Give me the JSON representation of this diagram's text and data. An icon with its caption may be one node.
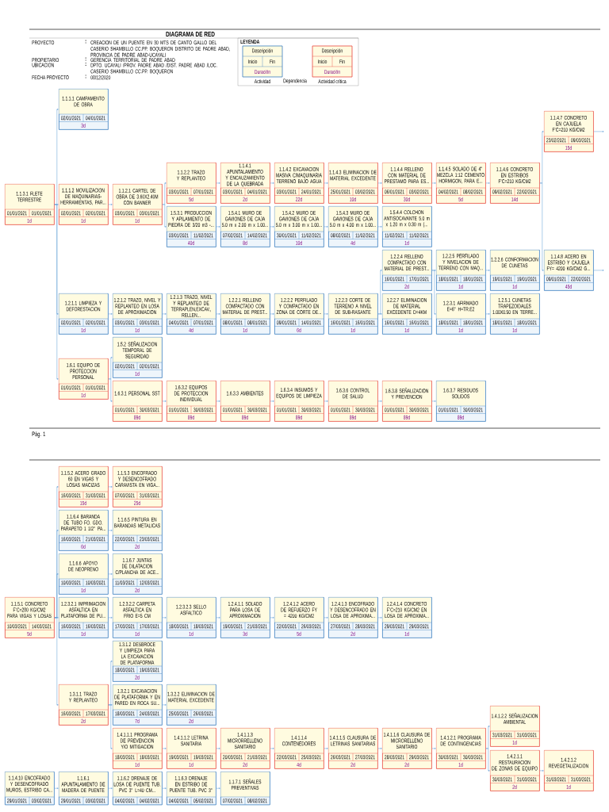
{
  "diagram": {
    "title": "DIAGRAMA DE RED",
    "nodes": [
      {
        "text": [
          "1.1.3.1 FLETE TERRESTRE",
          "01/01/2021",
          "01/01/2021",
          "1d"
        ]
      },
      {
        "text": [
          "1.1.1.1 CAMPAMENTO DE OBRA",
          "02/01/2021",
          "04/01/2021",
          "3d"
        ]
      },
      {
        "text": [
          "1.1.1.2 MOVILIZACION DE MAQUINARIAS-HERRAMIENTAS, PAR...",
          "02/01/2021",
          "02/01/2021",
          "1d"
        ]
      },
      {
        "text": [
          "1.1.2.1 CARTEL DE OBRA DE 3.60X2.40M CON BANNER",
          "03/01/2021",
          "03/01/2021",
          "1d"
        ]
      },
      {
        "text": [
          "1.1.2.2 TRAZO Y REPLANTEO",
          "03/01/2021",
          "07/01/2021",
          "5d"
        ]
      },
      {
        "text": [
          "1.1.4.1 APUNTALAMIENTO Y ENCAUZAMIENTO DE LA QUEBRADA",
          "03/01/2021",
          "04/01/2021",
          "2d"
        ]
      },
      {
        "text": [
          "1.1.4.2 EXCAVACION MASIVA C/MAQUINARIA TERRENO BAJO AGUA",
          "03/01/2021",
          "24/01/2021",
          "22d"
        ]
      },
      {
        "text": [
          "1.1.4.3 ELIMINACION DE MATERIAL EXCEDENTE",
          "25/01/2021",
          "03/02/2021",
          "10d"
        ]
      },
      {
        "text": [
          "1.1.4.4 RELLENO CON MATERIAL DE PRESTAMO PARA ES...",
          "06/01/2021",
          "03/02/2021",
          "30d"
        ]
      },
      {
        "text": [
          "1.1.4.5 SOLADO DE 4\" MEZCLA 1:12 CEMENTO HORMIGON, PARA E...",
          "04/02/2021",
          "08/02/2021",
          "5d"
        ]
      },
      {
        "text": [
          "1.1.4.6 CONCRETO EN ESTRIBOS F'C=210 KG/CM2",
          "09/02/2021",
          "22/02/2021",
          "14d"
        ]
      },
      {
        "text": [
          "1.1.4.7 CONCRETO EN CAJUELA F'C=210 KG/CM2",
          "23/02/2021",
          "09/03/2021",
          "15d"
        ]
      },
      {
        "text": [
          "1.1.4.8 ACERO EN ESTRIBO Y CAJUELA FY= 4200 KG/CM2 G...",
          "09/01/2021",
          "22/02/2021",
          "45d"
        ]
      },
      {
        "text": [
          "1.5.3.1 PRODUCCION Y APILAMIENTO DE PIEDRA DE 3/20 m3 -...",
          "03/01/2021",
          "11/02/2021",
          "40d"
        ]
      },
      {
        "text": [
          "1.5.4.1 MURO DE GAVIONES DE CAJA 5.0 m x 2.00 m x 1.00...",
          "07/02/2021",
          "14/02/2021",
          "8d"
        ]
      },
      {
        "text": [
          "1.5.4.2 MURO DE GAVIONES DE CAJA 5.0 m x 3.00 m x 1.00...",
          "30/01/2021",
          "11/02/2021",
          "10d"
        ]
      },
      {
        "text": [
          "1.5.4.3 MURO DE GAVIONES DE CAJA 5.0 m x 4.00 m x 1.00...",
          "08/02/2021",
          "11/02/2021",
          "4d"
        ]
      },
      {
        "text": [
          "1.5.4.4 COLCHON ANTISOCAVANTE 5.0 m x 1.20 m x 0.30 m (...",
          "11/02/2021",
          "11/02/2021",
          "1d"
        ]
      },
      {
        "text": [
          "1.2.1.1 LIMPIEZA Y DEFORESTACION",
          "02/01/2021",
          "02/01/2021",
          "1d"
        ]
      },
      {
        "text": [
          "1.2.1.2 TRAZO, NIVEL Y REPLANTEO EN LOSA DE APROXIMACION",
          "03/01/2021",
          "03/01/2021",
          "1d"
        ]
      },
      {
        "text": [
          "1.2.1.3 TRAZO, NIVEL Y REPLANTEO DE TERRAPLEN,EXCAV., RELLEN...",
          "04/01/2021",
          "07/01/2021",
          "4d"
        ]
      },
      {
        "text": [
          "1.2.2.1 RELLENO COMPACTADO CON MATERIAL DE PREST...",
          "08/01/2021",
          "08/01/2021",
          "1d"
        ]
      },
      {
        "text": [
          "1.2.2.2 PERFILADO Y COMPACTADO EN ZONA DE CORTE DE...",
          "09/01/2021",
          "14/01/2021",
          "6d"
        ]
      },
      {
        "text": [
          "1.2.2.3 CORTE DE TERRENO A NIVEL DE SUB-RASANTE",
          "16/01/2021",
          "16/01/2021",
          "1d"
        ]
      },
      {
        "text": [
          "1.2.2.4 RELLENO COMPACTADO CON MATERIAL DE PREST...",
          "16/01/2021",
          "17/01/2021",
          "2d"
        ]
      },
      {
        "text": [
          "1.2.2.7 ELIMINACION DE MATERIAL EXCEDENTE D=4KM",
          "16/01/2021",
          "16/01/2021",
          "1d"
        ]
      },
      {
        "text": [
          "1.2.2.5 PERFILADO Y NIVELACION DE TERRENO CON MAQ...",
          "18/01/2021",
          "18/01/2021",
          "1d"
        ]
      },
      {
        "text": [
          "1.2.2.6 CONFORMACION DE CUNETAS",
          "19/01/2021",
          "19/01/2021",
          "1d"
        ]
      },
      {
        "text": [
          "1.2.3.1 AFIRMADO E=6\" H=TR.E2",
          "18/01/2021",
          "18/01/2021",
          "1d"
        ]
      },
      {
        "text": [
          "1.2.5.1 CUNETAS TRAPEZOIDALES 1.00X0.50 EN TERRE...",
          "18/01/2021",
          "18/01/2021",
          "1d"
        ]
      },
      {
        "text": [
          "1.5.2 SEÑALIZACION TEMPORAL DE SEGURIDAD",
          "02/01/2021",
          "02/01/2021",
          "1d"
        ]
      },
      {
        "text": [
          "1.6.1 EQUIPO DE PROTECCION PERSONAL",
          "01/01/2021",
          "01/01/2021",
          "1d"
        ]
      },
      {
        "text": [
          "1.6.3.1 PERSONAL SST",
          "01/01/2021",
          "30/03/2021",
          "89d"
        ]
      },
      {
        "text": [
          "1.6.3.2 EQUIPOS DE PROTECCION INDIVIDUAL",
          "01/01/2021",
          "30/03/2021",
          "89d"
        ]
      },
      {
        "text": [
          "1.6.3.3 AMBIENTES",
          "01/01/2021",
          "30/03/2021",
          "89d"
        ]
      },
      {
        "text": [
          "1.6.3.4 INSUMOS Y EQUIPOS DE LIMPIEZA",
          "01/01/2021",
          "30/03/2021",
          "89d"
        ]
      },
      {
        "text": [
          "1.6.3.6 CONTROL DE SALUD",
          "01/01/2021",
          "30/03/2021",
          "89d"
        ]
      },
      {
        "text": [
          "1.6.3.8 SEÑALIZACION Y PREVENCION",
          "01/01/2021",
          "30/03/2021",
          "89d"
        ]
      },
      {
        "text": [
          "1.6.3.7 RESIDUOS SOLIDOS",
          "01/01/2021",
          "30/03/2021",
          "89d"
        ]
      },
      {
        "text": [
          "1.1.5.1 CONCRETO F'C=280 KG/CM2 PARA VIGAS Y LOSAS",
          "10/03/2021",
          "14/03/2021",
          "5d"
        ]
      },
      {
        "text": [
          "1.1.5.2 ACERO GRADO 60 EN VIGAS Y LOSAS MACIZAS",
          "16/03/2021",
          "31/03/2021",
          "15d"
        ]
      },
      {
        "text": [
          "1.1.5.3 ENCOFRADO Y DESENCOFRADO CARAVISTA EN VIGA...",
          "07/03/2021",
          "31/03/2021",
          "25d"
        ]
      },
      {
        "text": [
          "1.1.6.4 BARANDA DE TUBO FO. GDO. PARAPETO 1 1/2\" PA...",
          "16/03/2021",
          "21/03/2021",
          "6d"
        ]
      },
      {
        "text": [
          "1.1.6.5 PINTURA EN BARANDAS METALICAS",
          "22/03/2021",
          "23/03/2021",
          "2d"
        ]
      },
      {
        "text": [
          "1.1.6.6 APOYO DE NEOPRENO",
          "10/03/2021",
          "10/03/2021",
          "1d"
        ]
      },
      {
        "text": [
          "1.1.6.7 JUNTAS DE DILATACION C/PLANCHA DE ACE...",
          "11/03/2021",
          "12/03/2021",
          "2d"
        ]
      },
      {
        "text": [
          "1.2.3.2.1 IMPRIMACION ASFALTICA EN PLATAFORMA DE PU...",
          "16/03/2021",
          "16/03/2021",
          "1d"
        ]
      },
      {
        "text": [
          "1.2.3.2.2 CARPETA ASFALTICA EN FRIO E=5 CM",
          "17/03/2021",
          "17/03/2021",
          "1d"
        ]
      },
      {
        "text": [
          "1.2.3.2.3 SELLO ASFALTICO",
          "18/03/2021",
          "18/03/2021",
          "1d"
        ]
      },
      {
        "text": [
          "1.2.4.1.1 SOLADO PARA LOSA DE APROXIMACION",
          "19/03/2021",
          "21/03/2021",
          "3d"
        ]
      },
      {
        "text": [
          "1.2.4.1.2 ACERO DE REFUERZO FY = 4200 KG/CM2",
          "22/03/2021",
          "26/03/2021",
          "5d"
        ]
      },
      {
        "text": [
          "1.2.4.1.3 ENCOFRADO Y DESENCOFRADO EN LOSA DE APROXIMA...",
          "27/03/2021",
          "28/03/2021",
          "2d"
        ]
      },
      {
        "text": [
          "1.2.4.1.4 CONCRETO F'C=210 KG/CM2 EN LOSA DE APROXIMA...",
          "29/03/2021",
          "29/03/2021",
          "1d"
        ]
      },
      {
        "text": [
          "1.3.1.2 DESBROCE Y LIMPIEZA PARA LA EXCAVACION DE PLATAFORMA",
          "18/03/2021",
          "19/03/2021",
          "2d"
        ]
      },
      {
        "text": [
          "1.3.1.1 TRAZO Y REPLANTEO",
          "16/03/2021",
          "17/03/2021",
          "2d"
        ]
      },
      {
        "text": [
          "1.3.2.1 EXCAVACION DE PLATAFORMA Y EN PARED EN ROCA SU...",
          "18/03/2021",
          "24/03/2021",
          "7d"
        ]
      },
      {
        "text": [
          "1.3.2.2 ELIMINACION DE MATERIAL EXCEDENTE",
          "25/03/2021",
          "26/03/2021",
          "2d"
        ]
      },
      {
        "text": [
          "1.4.1.1.1 PROGRAMA DE PREVENCION Y/O MITIGACION",
          "18/03/2021",
          "18/03/2021",
          "1d"
        ]
      },
      {
        "text": [
          "1.4.1.1.2 LETRINA SANITARIA",
          "19/03/2021",
          "19/03/2021",
          "1d"
        ]
      },
      {
        "text": [
          "1.4.1.1.3 MICRORRELLENO SANITARIO",
          "20/03/2021",
          "21/03/2021",
          "2d"
        ]
      },
      {
        "text": [
          "1.4.1.1.4 CONTENEDORES",
          "22/03/2021",
          "25/03/2021",
          "4d"
        ]
      },
      {
        "text": [
          "1.4.1.1.5 CLAUSURA DE LETRINAS SANITARIAS",
          "26/03/2021",
          "27/03/2021",
          "2d"
        ]
      },
      {
        "text": [
          "1.4.1.1.6 CLAUSURA DE MICRORELLENO SANITARIO",
          "28/03/2021",
          "29/03/2021",
          "2d"
        ]
      },
      {
        "text": [
          "1.4.1.2.1 PROGRAMA DE CONTINGENCIAS",
          "30/03/2021",
          "30/03/2021",
          "1d"
        ]
      },
      {
        "text": [
          "1.4.1.2.2 SEÑALIZACION AMBIENTAL",
          "31/03/2021",
          "31/03/2021",
          "1d"
        ]
      },
      {
        "text": [
          "1.4.2.1.1 RESTAURACION DE ZONAS DE EQUIPO",
          "30/03/2021",
          "31/03/2021",
          "2d"
        ]
      },
      {
        "text": [
          "1.4.2.1.2 REVEGETALIZACION",
          "31/03/2021",
          "31/03/2021",
          "1d"
        ]
      },
      {
        "text": [
          "1.1.4.10 ENCOFRADO Y DESENCOFRADO MUROS, ESTRIBO CA...",
          "29/01/2021",
          "03/02/2021"
        ]
      },
      {
        "text": [
          "1.1.6.1 APUNTALAMIENTO DE MADERA DE PUENTE",
          "29/01/2021",
          "03/02/2021"
        ]
      },
      {
        "text": [
          "1.1.6.2 DRENAJE DE LOSA DE PUENTE TUB. PVC 3\" L=40 CM...",
          "04/02/2021",
          "04/02/2021"
        ]
      },
      {
        "text": [
          "1.1.6.3 DRENAJE EN ESTRIBO DE PUENTE TUB. PVC 3\"",
          "04/02/2021",
          "05/02/2021"
        ]
      },
      {
        "text": [
          "1.1.7.1 SEÑALES PREVENTIVAS",
          "07/02/2021",
          "08/02/2021"
        ]
      }
    ],
    "edges": [
      {
        "from": 0,
        "to": 1,
        "arrow": "to"
      },
      {
        "from": 0,
        "to": 2,
        "arrow": "to"
      },
      {
        "from": 0,
        "to": 18,
        "arrow": "to"
      },
      {
        "from": 0,
        "to": 31,
        "arrow": "to"
      },
      {
        "from": 2,
        "to": 3,
        "arrow": "to"
      },
      {
        "from": 3,
        "to": 4,
        "arrow": "to"
      },
      {
        "from": 3,
        "to": 13,
        "arrow": "to"
      },
      {
        "from": 4,
        "to": 5,
        "arrow": "to"
      },
      {
        "from": 5,
        "to": 6,
        "arrow": "to"
      },
      {
        "from": 6,
        "to": 7,
        "arrow": "to"
      },
      {
        "from": 7,
        "to": 8,
        "arrow": "to"
      },
      {
        "from": 8,
        "to": 9,
        "arrow": "to"
      },
      {
        "from": 9,
        "to": 10,
        "arrow": "to"
      },
      {
        "from": 10,
        "to": 11,
        "arrow": "to"
      },
      {
        "from": 10,
        "to": 12,
        "arrow": "to"
      },
      {
        "from": 11,
        "to": null,
        "arrow": "to"
      },
      {
        "from": 12,
        "to": null,
        "arrow": "to"
      },
      {
        "from": 13,
        "to": 14,
        "arrow": "to"
      },
      {
        "from": 14,
        "to": 15,
        "arrow": "to"
      },
      {
        "from": 15,
        "to": 16,
        "arrow": "to"
      },
      {
        "from": 16,
        "to": 17,
        "arrow": "to"
      },
      {
        "from": 18,
        "to": 19,
        "arrow": "to"
      },
      {
        "from": 19,
        "to": 20,
        "arrow": "to"
      },
      {
        "from": 20,
        "to": 21,
        "arrow": "to"
      },
      {
        "from": 21,
        "to": 22,
        "arrow": "to"
      },
      {
        "from": 22,
        "to": 23,
        "arrow": "to"
      },
      {
        "from": 23,
        "to": 24,
        "arrow": "to"
      },
      {
        "from": 23,
        "to": 25,
        "arrow": "to"
      },
      {
        "from": 24,
        "to": 26,
        "arrow": "to"
      },
      {
        "from": 24,
        "to": 28,
        "arrow": "to"
      },
      {
        "from": 26,
        "to": 27,
        "arrow": "to"
      },
      {
        "from": 28,
        "to": 29,
        "arrow": "to"
      },
      {
        "from": 31,
        "to": 30,
        "arrow": "to"
      },
      {
        "from": 31,
        "to": 32,
        "arrow": "to"
      },
      {
        "from": 32,
        "to": 33,
        "arrow": "to"
      },
      {
        "from": 33,
        "to": 34,
        "arrow": "to"
      },
      {
        "from": 34,
        "to": 35,
        "arrow": "to"
      },
      {
        "from": 35,
        "to": 36,
        "arrow": "to"
      },
      {
        "from": 36,
        "to": 37,
        "arrow": "to"
      },
      {
        "from": 37,
        "to": 38,
        "arrow": "to"
      },
      {
        "from": 39,
        "to": 40,
        "arrow": "to"
      },
      {
        "from": 39,
        "to": 42,
        "arrow": "to"
      },
      {
        "from": 39,
        "to": 44,
        "arrow": "to"
      },
      {
        "from": 39,
        "to": 46,
        "arrow": "to"
      },
      {
        "from": 39,
        "to": 54,
        "arrow": "to"
      },
      {
        "from": 40,
        "to": 41,
        "arrow": "to"
      },
      {
        "from": 42,
        "to": 43,
        "arrow": "to"
      },
      {
        "from": 44,
        "to": 45,
        "arrow": "to"
      },
      {
        "from": 46,
        "to": 47,
        "arrow": "to"
      },
      {
        "from": 47,
        "to": 48,
        "arrow": "to"
      },
      {
        "from": 48,
        "to": 49,
        "arrow": "to"
      },
      {
        "from": 49,
        "to": 50,
        "arrow": "to"
      },
      {
        "from": 50,
        "to": 51,
        "arrow": "to"
      },
      {
        "from": 51,
        "to": 52,
        "arrow": "to"
      },
      {
        "from": 54,
        "to": 53,
        "arrow": "to"
      },
      {
        "from": 54,
        "to": 55,
        "arrow": "to"
      },
      {
        "from": 54,
        "to": 57,
        "arrow": "to"
      },
      {
        "from": 55,
        "to": 56,
        "arrow": "to"
      },
      {
        "from": 57,
        "to": 58,
        "arrow": "to"
      },
      {
        "from": 58,
        "to": 59,
        "arrow": "to"
      },
      {
        "from": 59,
        "to": 60,
        "arrow": "to"
      },
      {
        "from": 60,
        "to": 61,
        "arrow": "to"
      },
      {
        "from": 61,
        "to": 62,
        "arrow": "to"
      },
      {
        "from": 62,
        "to": 63,
        "arrow": "to"
      },
      {
        "from": 63,
        "to": 64,
        "arrow": "to"
      },
      {
        "from": 63,
        "to": 65,
        "arrow": "to"
      },
      {
        "from": 65,
        "to": 66,
        "arrow": "to"
      },
      {
        "from": 67,
        "to": 68,
        "arrow": "to"
      },
      {
        "from": 68,
        "to": 69,
        "arrow": "to"
      },
      {
        "from": 69,
        "to": 70,
        "arrow": "to"
      },
      {
        "from": 70,
        "to": 71,
        "arrow": "to"
      }
    ],
    "labels": [
      "PROYECTO",
      ":",
      "CREACION DE UN PUENTE EN 30 MTS DE CANTO GALLO DEL CASERIO SHAMBILLO CC.PP. BOQUERON DISTRITO DE PADRE ABAD, PROVINCIA DE PADRE ABAD-UCAYALI",
      "PROPIETARIO",
      ":",
      "GERENCIA TERRITORIAL DE PADRE ABAD",
      "UBICACION",
      ":",
      "DPTO. UCAYALI /PROV. PADRE ABAD /DIST. PADRE ABAD /LOC. CASERIO SHAMBILLO CC.PP. BOQUERON",
      "FECHA PROYECTO",
      ":",
      "08/12/2020",
      "LEYENDA",
      "Descripción",
      "Inicio",
      "Fin",
      "Duración",
      "Descripción",
      "Inicio",
      "Fin",
      "Duración",
      "Pág. 1"
    ],
    "legend": [
      {
        "text": "Actividad"
      },
      {
        "text": "Dependencia"
      },
      {
        "text": "Actividad crítica"
      }
    ]
  }
}
